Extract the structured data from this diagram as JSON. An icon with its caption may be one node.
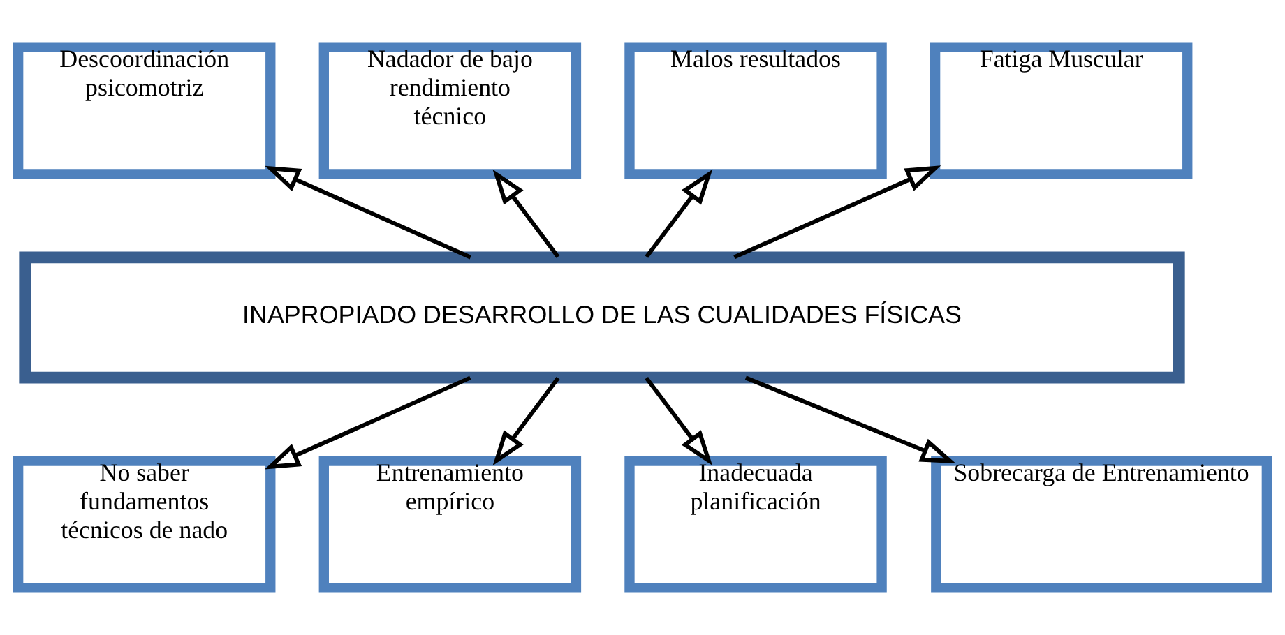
{
  "diagram": {
    "nodes": [
      {
        "text": [
          "Descoordinación psicomotriz"
        ]
      },
      {
        "text": [
          "Nadador de bajo rendimiento técnico"
        ]
      },
      {
        "text": [
          "Malos resultados"
        ]
      },
      {
        "text": [
          "Fatiga Muscular"
        ]
      },
      {
        "text": [
          "INAPROPIADO DESARROLLO DE LAS CUALIDADES FÍSICAS"
        ]
      },
      {
        "text": [
          "No saber fundamentos técnicos de nado"
        ]
      },
      {
        "text": [
          "Entrenamiento empírico"
        ]
      },
      {
        "text": [
          "Inadecuada planificación"
        ]
      },
      {
        "text": [
          "Sobrecarga de Entrenamiento"
        ]
      }
    ],
    "edges": [
      {
        "from": 4,
        "to": 0,
        "arrow": "to"
      },
      {
        "from": 4,
        "to": 1,
        "arrow": "to"
      },
      {
        "from": 4,
        "to": 2,
        "arrow": "to"
      },
      {
        "from": 4,
        "to": 3,
        "arrow": "to"
      },
      {
        "from": 4,
        "to": 5,
        "arrow": "to"
      },
      {
        "from": 4,
        "to": 6,
        "arrow": "to"
      },
      {
        "from": 4,
        "to": 7,
        "arrow": "to"
      },
      {
        "from": 4,
        "to": 8,
        "arrow": "to"
      }
    ]
  }
}
